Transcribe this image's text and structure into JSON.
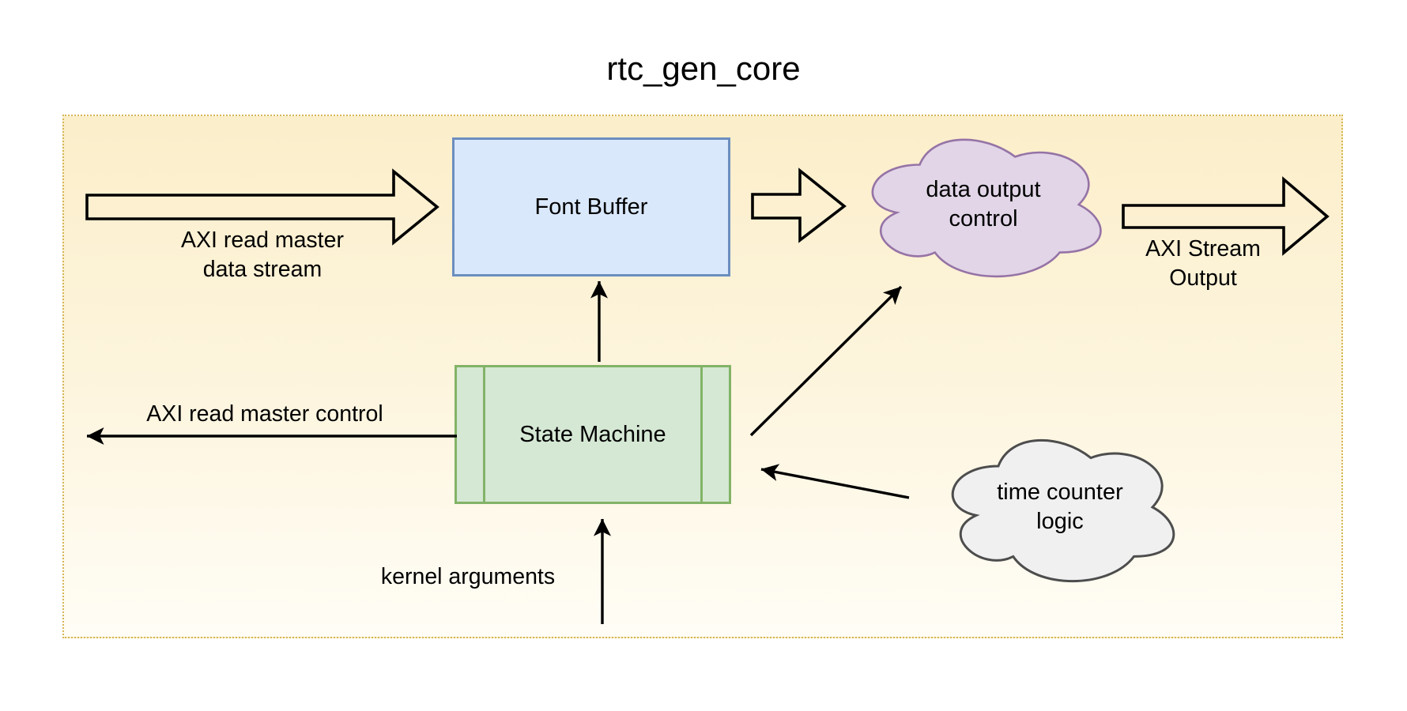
{
  "title": "rtc_gen_core",
  "nodes": {
    "font_buffer": {
      "label": "Font Buffer",
      "shape": "rectangle"
    },
    "state_machine": {
      "label": "State Machine",
      "shape": "process"
    },
    "data_output_control": {
      "label": "data output\ncontrol",
      "shape": "cloud"
    },
    "time_counter_logic": {
      "label": "time counter\nlogic",
      "shape": "cloud"
    }
  },
  "edge_labels": {
    "axi_read_master_data_stream": "AXI read master\ndata stream",
    "axi_read_master_control": "AXI read master control",
    "kernel_arguments": "kernel arguments",
    "axi_stream_output": "AXI Stream\nOutput"
  },
  "connections": [
    {
      "from": "AXI read master data stream",
      "to": "Font Buffer",
      "style": "block-arrow"
    },
    {
      "from": "Font Buffer",
      "to": "data output control",
      "style": "block-arrow"
    },
    {
      "from": "data output control",
      "to": "AXI Stream Output",
      "style": "block-arrow"
    },
    {
      "from": "State Machine",
      "to": "Font Buffer",
      "style": "thin-arrow"
    },
    {
      "from": "State Machine",
      "to": "AXI read master control",
      "style": "thin-arrow"
    },
    {
      "from": "State Machine",
      "to": "data output control",
      "style": "thin-arrow"
    },
    {
      "from": "time counter logic",
      "to": "State Machine",
      "style": "thin-arrow"
    },
    {
      "from": "kernel arguments",
      "to": "State Machine",
      "style": "thin-arrow"
    }
  ],
  "colors": {
    "frame_border": "#d6b656",
    "frame_bg_top": "#fbeeca",
    "frame_bg_bottom": "#fffdf6",
    "font_buffer_fill": "#dae8fc",
    "font_buffer_border": "#6c8ebf",
    "state_machine_fill": "#d5e8d4",
    "state_machine_border": "#82b366",
    "data_output_fill": "#e1d5e7",
    "data_output_border": "#9673a6",
    "time_counter_fill": "#f0f0f0",
    "time_counter_border": "#4d4d4d",
    "arrow": "#000000",
    "text": "#000000"
  }
}
